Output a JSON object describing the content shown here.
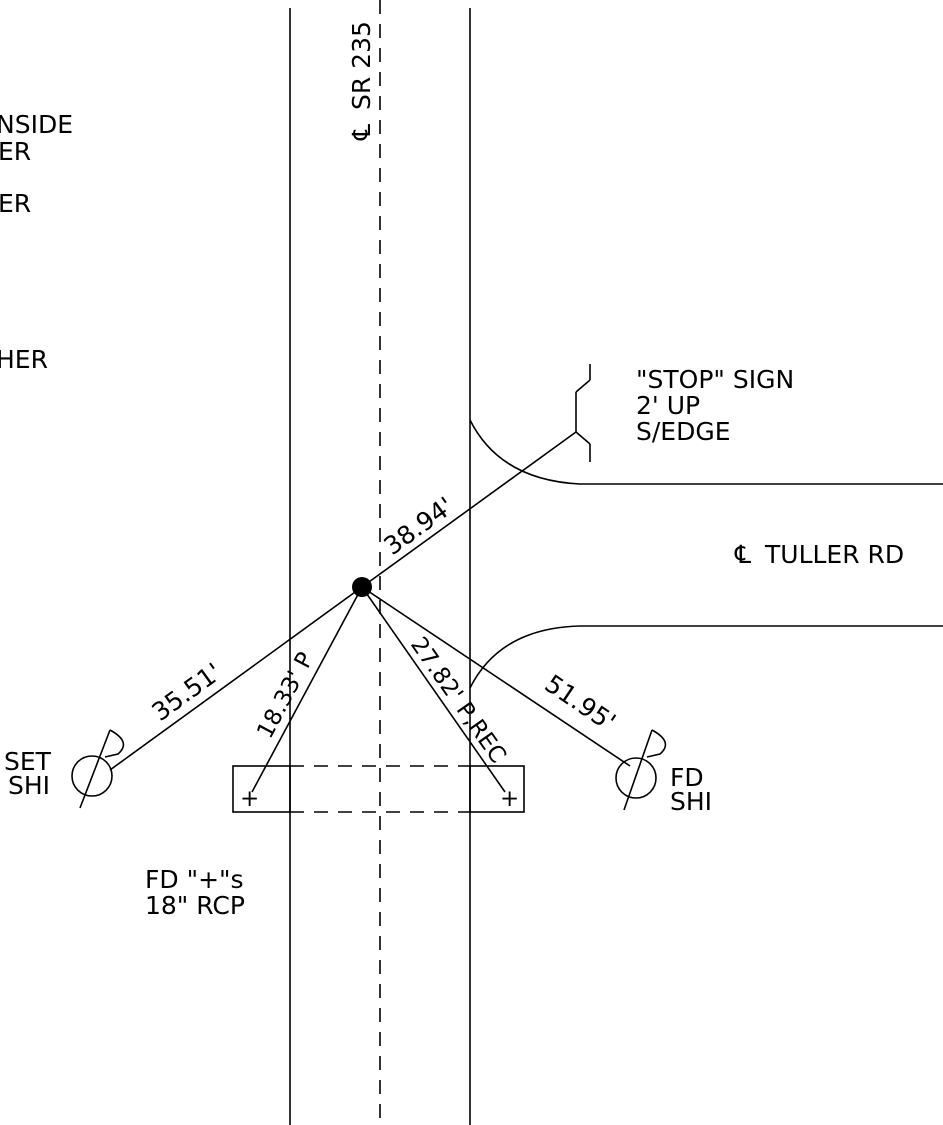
{
  "drawing": {
    "road_centerline_label": "SR 235",
    "side_road_label": "TULLER RD",
    "left_edge_notes": [
      "NSIDE",
      "ER",
      "ER",
      "HER"
    ],
    "stop_sign_note": [
      "\"STOP\" SIGN",
      "2' UP",
      "S/EDGE"
    ],
    "ties": [
      {
        "label": "38.94'"
      },
      {
        "label": "35.51'"
      },
      {
        "label": "18.33' P"
      },
      {
        "label": "27.82' P,REC"
      },
      {
        "label": "51.95'"
      }
    ],
    "monuments": {
      "set_label": [
        "SET",
        "SHI"
      ],
      "found_label": [
        "FD",
        "SHI"
      ]
    },
    "pipe_note": [
      "FD \"+\"s",
      "18\" RCP"
    ],
    "centerline_symbol": "℄"
  }
}
